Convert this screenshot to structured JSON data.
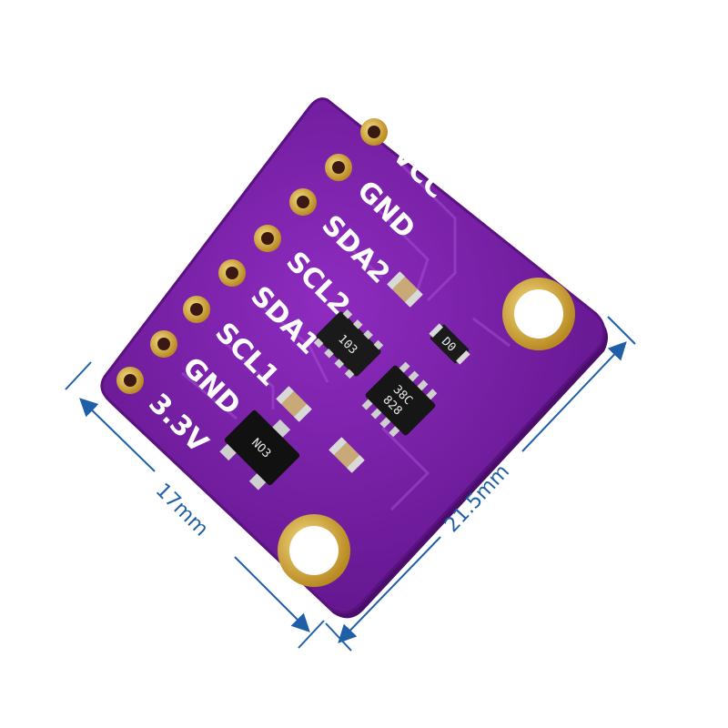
{
  "product": {
    "pins": [
      "VCC",
      "GND",
      "SDA2",
      "SCL2",
      "SDA1",
      "SCL1",
      "GND",
      "3.3V"
    ],
    "chip_markings": {
      "resistor_network": "103",
      "small_component": "D0",
      "regulator": "NO3",
      "sensor_ic_line1": "38C",
      "sensor_ic_line2": "828"
    }
  },
  "dimensions": {
    "width_label": "17mm",
    "height_label": "21.5mm"
  },
  "colors": {
    "pcb": "#7a1fa8",
    "pcb_edge": "#5a1280",
    "pad_gold": "#d8b040",
    "dimension_blue": "#1f5fa8"
  }
}
